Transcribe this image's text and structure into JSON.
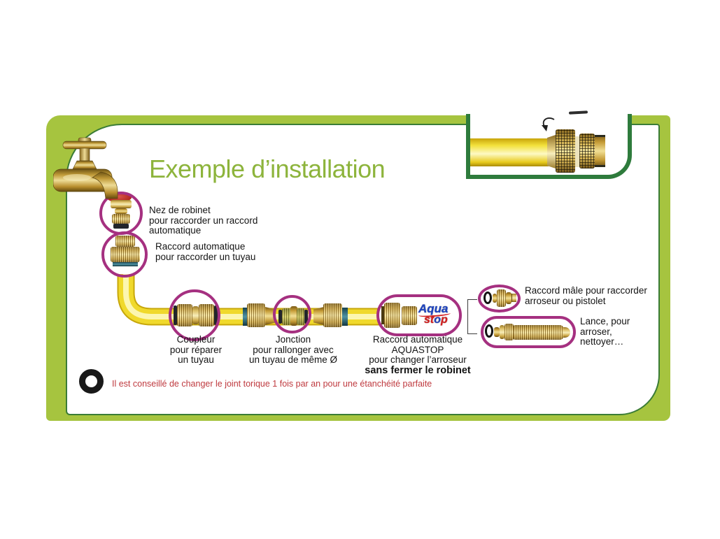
{
  "title": "Exemple d’installation",
  "callouts": {
    "nez_de_robinet": {
      "lines": [
        "Nez de robinet",
        "pour raccorder un raccord",
        "automatique"
      ]
    },
    "raccord_automatique": {
      "lines": [
        "Raccord automatique",
        "pour raccorder un tuyau"
      ]
    },
    "coupleur": {
      "lines": [
        "Coupleur",
        "pour réparer",
        "un tuyau"
      ]
    },
    "jonction": {
      "lines": [
        "Jonction",
        "pour rallonger avec",
        "un tuyau de même Ø"
      ]
    },
    "raccord_aquastop": {
      "lines": [
        "Raccord automatique",
        "AQUASTOP",
        "pour changer l’arroseur"
      ],
      "bold_line": "sans fermer le robinet"
    },
    "raccord_male": {
      "lines": [
        "Raccord mâle pour raccorder",
        "arroseur ou pistolet"
      ]
    },
    "lance": {
      "lines": [
        "Lance, pour",
        "arroser,",
        "nettoyer…"
      ]
    }
  },
  "aquastop_logo": {
    "top": "Aqua",
    "bottom_st": "st",
    "bottom_o": "o",
    "bottom_p": "p"
  },
  "note": {
    "text": "Il est conseillé de changer le joint torique 1 fois par an pour une étanchéité parfaite"
  },
  "colors": {
    "frame_light_green": "#a6c43f",
    "frame_dark_green": "#2e7b3c",
    "title_green": "#8db43c",
    "callout_magenta": "#a53080",
    "hose_yellow": "#f0d92c",
    "brass": "#c49a35",
    "note_red": "#bf3a3f",
    "logo_blue": "#1e45c0",
    "logo_red": "#d41f1f",
    "seal_red": "#b3271f",
    "band_teal": "#4f93a4"
  }
}
